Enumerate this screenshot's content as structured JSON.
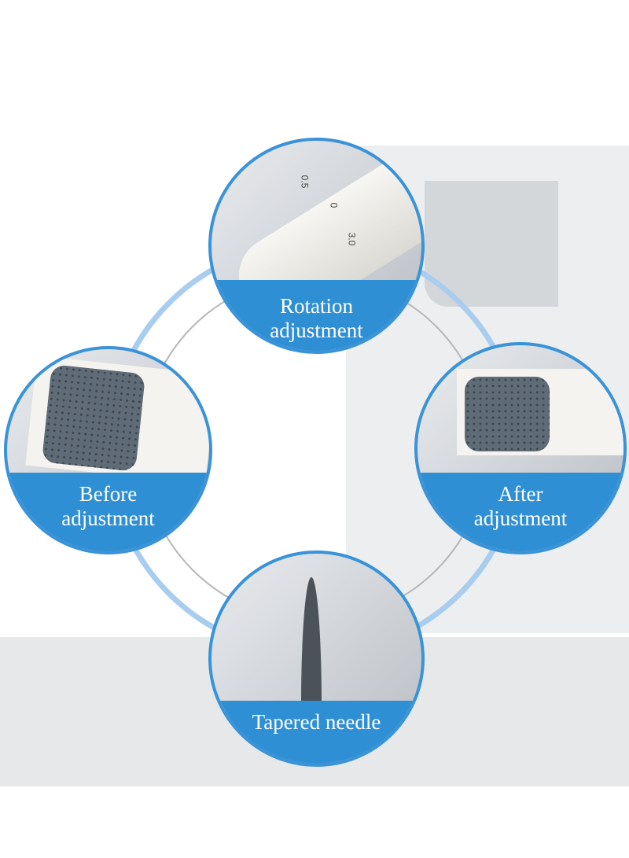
{
  "features": [
    {
      "label_line1": "Rotation",
      "label_line2": "adjustment",
      "dial_marks": [
        "0.5",
        "0",
        "3.0"
      ]
    },
    {
      "label_line1": "Before",
      "label_line2": "adjustment"
    },
    {
      "label_line1": "After",
      "label_line2": "adjustment"
    },
    {
      "label_line1": "Tapered needle"
    }
  ],
  "colors": {
    "accent": "#2f8fd5",
    "ring": "#a9cdee"
  }
}
